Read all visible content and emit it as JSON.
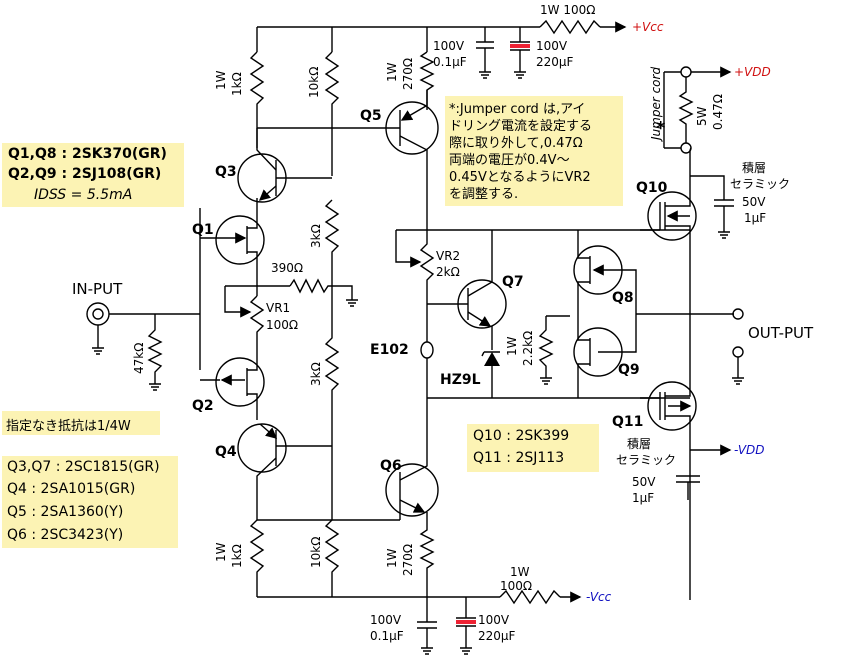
{
  "header": {
    "vcc_pos_resistor": "1W 100Ω",
    "vcc_pos_label": "+Vcc",
    "cap_top_1": [
      "100V",
      "0.1μF"
    ],
    "cap_top_2": [
      "100V",
      "220μF"
    ],
    "vdd_pos_label": "+VDD",
    "jumper_label": "Jumper cord",
    "jumper_mark": "*",
    "r_jumper": [
      "5W",
      "0.47Ω"
    ]
  },
  "resistors": {
    "r_top_left": [
      "1W",
      "1kΩ"
    ],
    "r_top_mid": "10kΩ",
    "r_q5": [
      "1W",
      "270Ω"
    ],
    "r_mid_upper": "3kΩ",
    "r_390": "390Ω",
    "vr1": [
      "VR1",
      "100Ω"
    ],
    "r_47k": "47kΩ",
    "r_mid_lower": "3kΩ",
    "r_bot_left": [
      "1W",
      "1kΩ"
    ],
    "r_bot_mid": "10kΩ",
    "r_q6": [
      "1W",
      "270Ω"
    ],
    "vr2": [
      "VR2",
      "2kΩ"
    ],
    "r_2k2": "2.2kΩ",
    "r_1w_q7": "1W",
    "r_bot_vcc": [
      "1W",
      "100Ω"
    ]
  },
  "transistors": {
    "q1": "Q1",
    "q2": "Q2",
    "q3": "Q3",
    "q4": "Q4",
    "q5": "Q5",
    "q6": "Q6",
    "q7": "Q7",
    "q8": "Q8",
    "q9": "Q9",
    "q10": "Q10",
    "q11": "Q11"
  },
  "labels": {
    "in_put": "IN-PUT",
    "out_put": "OUT-PUT",
    "e102": "E102",
    "hz9l": "HZ9L",
    "cap_q10": [
      "積層",
      "セラミック",
      "50V",
      "1μF"
    ],
    "cap_q11": [
      "積層",
      "セラミック",
      "50V",
      "1μF"
    ],
    "vdd_neg_label": "-VDD",
    "vcc_neg_label": "-Vcc",
    "cap_bot_1": [
      "100V",
      "0.1μF"
    ],
    "cap_bot_2": [
      "100V",
      "220μF"
    ]
  },
  "notes": {
    "fet_list": [
      "Q1,Q8 : 2SK370(GR)",
      "Q2,Q9 : 2SJ108(GR)"
    ],
    "idss": "IDSS = 5.5mA",
    "resistor_note": "指定なき抵抗は1/4W",
    "bjt_list": [
      "Q3,Q7 : 2SC1815(GR)",
      "Q4 : 2SA1015(GR)",
      "Q5 : 2SA1360(Y)",
      "Q6 : 2SC3423(Y)"
    ],
    "mos_list": [
      "Q10 : 2SK399",
      "Q11 : 2SJ113"
    ],
    "jumper_note": [
      "*:Jumper cord は,アイ",
      "ドリング電流を設定する",
      "際に取り外して,0.47Ω",
      "両端の電圧が0.4V～",
      "0.45VとなるようにVR2",
      "を調整する."
    ]
  },
  "colors": {
    "note_bg": "#fcf3b4",
    "positive_rail": "#d01010",
    "negative_rail": "#1010c0"
  }
}
